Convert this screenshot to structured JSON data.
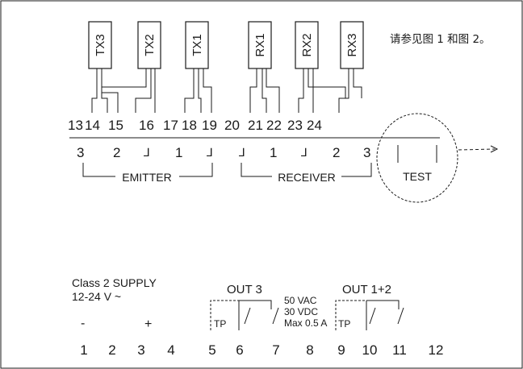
{
  "note": "请参见图 1 和图 2。",
  "modules": [
    {
      "label": "TX3"
    },
    {
      "label": "TX2"
    },
    {
      "label": "TX1"
    },
    {
      "label": "RX1"
    },
    {
      "label": "RX2"
    },
    {
      "label": "RX3"
    }
  ],
  "top_terminals": [
    "13",
    "14",
    "15",
    "16",
    "17",
    "18",
    "19",
    "20",
    "21",
    "22",
    "23",
    "24"
  ],
  "terminal_marks": [
    "3",
    "2",
    "⅃",
    "1",
    "⅃",
    "⅃",
    "1",
    "⅃",
    "2",
    "3"
  ],
  "groups": {
    "emitter": "EMITTER",
    "receiver": "RECEIVER",
    "test": "TEST"
  },
  "supply": {
    "line1": "Class 2 SUPPLY",
    "line2": "12-24 V ~",
    "minus": "-",
    "plus": "+"
  },
  "outputs": {
    "out3": "OUT 3",
    "out12": "OUT 1+2",
    "tp": "TP",
    "rating": [
      "50 VAC",
      "30 VDC",
      "Max 0.5 A"
    ]
  },
  "bottom_terminals": [
    "1",
    "2",
    "3",
    "4",
    "5",
    "6",
    "7",
    "8",
    "9",
    "10",
    "11",
    "12"
  ],
  "colors": {
    "line": "#1a1a1a",
    "background": "#ffffff"
  }
}
